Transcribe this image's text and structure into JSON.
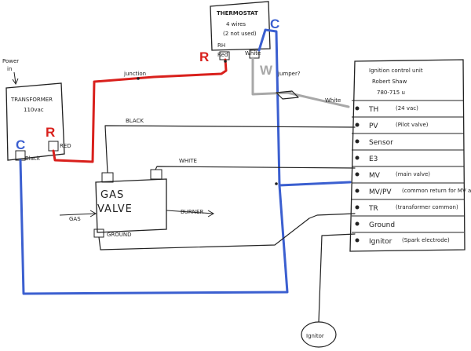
{
  "colors": {
    "red_wire": "#d9201c",
    "blue_wire": "#3b5fd0",
    "gray_wire": "#a8a8a8",
    "ink": "#222222",
    "badge_r": "#d9201c",
    "badge_c": "#3b5fd0",
    "badge_w": "#a8a8a8"
  },
  "thermostat": {
    "title": "THERMOSTAT",
    "note_line1": "4 wires",
    "note_line2": "(2 not used)",
    "terminal_r": "RH",
    "terminal_r2": "Red",
    "terminal_w": "White"
  },
  "transformer": {
    "power_line1": "Power",
    "power_line2": "in",
    "title_line1": "TRANSFORMER",
    "title_line2": "110vac",
    "terminal_red": "RED",
    "terminal_black": "Black"
  },
  "badges": {
    "r_thermostat": "R",
    "c_thermostat": "C",
    "w_thermostat": "W",
    "r_transformer": "R",
    "c_transformer": "C"
  },
  "wire_labels": {
    "red_junction": "junction",
    "black_top": "BLACK",
    "white_gas": "WHITE",
    "white_ignition": "White",
    "jumper": "jumper?"
  },
  "gas_valve": {
    "title_line1": "GAS",
    "title_line2": "VALVE",
    "gas_in": "GAS",
    "burner": "BURNER",
    "ground": "GROUND"
  },
  "ignition_unit": {
    "title_line1": "Ignition control unit",
    "title_line2": "Robert Shaw",
    "title_line3": "780-715 u",
    "terminals": [
      {
        "label": "TH",
        "note": "(24 vac)"
      },
      {
        "label": "PV",
        "note": "(Pilot valve)"
      },
      {
        "label": "Sensor",
        "note": ""
      },
      {
        "label": "E3",
        "note": ""
      },
      {
        "label": "MV",
        "note": "(main valve)"
      },
      {
        "label": "MV/PV",
        "note": "(common return for MV and PV)"
      },
      {
        "label": "TR",
        "note": "(transformer common)"
      },
      {
        "label": "Ground",
        "note": ""
      },
      {
        "label": "Ignitor",
        "note": "(Spark electrode)"
      }
    ]
  },
  "ignitor_bulb": {
    "label": "Ignitor"
  }
}
